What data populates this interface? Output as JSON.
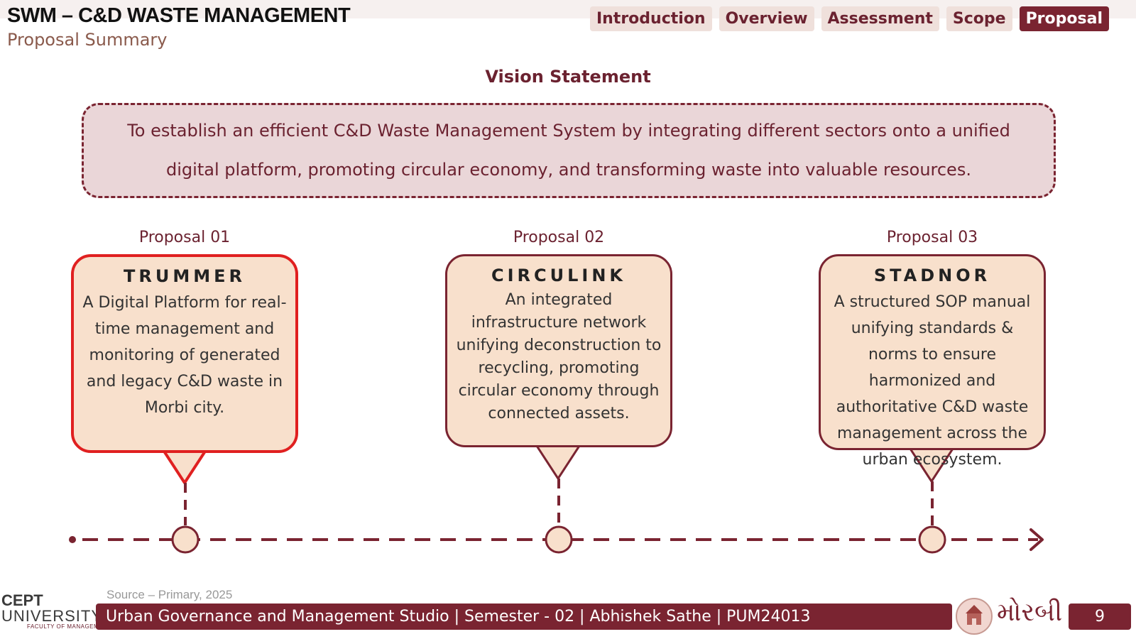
{
  "header": {
    "title": "SWM – C&D WASTE MANAGEMENT",
    "subtitle": "Proposal Summary"
  },
  "nav": {
    "tabs": [
      "Introduction",
      "Overview",
      "Assessment",
      "Scope",
      "Proposal"
    ],
    "active": "Proposal"
  },
  "vision": {
    "title": "Vision Statement",
    "text": "To establish an efficient C&D Waste Management System by integrating different sectors onto a unified digital platform, promoting circular economy, and transforming waste into valuable resources."
  },
  "proposals": [
    {
      "label": "Proposal 01",
      "name": "TRUMMER",
      "description": "A Digital Platform for real-time management and monitoring of generated and legacy C&D waste in Morbi city."
    },
    {
      "label": "Proposal 02",
      "name": "CIRCULINK",
      "description": "An integrated infrastructure network unifying deconstruction to recycling, promoting circular economy through connected assets."
    },
    {
      "label": "Proposal 03",
      "name": "STADNOR",
      "description": "A structured SOP manual unifying standards & norms to ensure harmonized and authoritative C&D waste management across the urban ecosystem."
    }
  ],
  "colors": {
    "maroon": "#7a2431",
    "highlight_red": "#e02020",
    "card_fill": "#f8e0cc",
    "vision_fill": "#ead6d8"
  },
  "footer": {
    "source": "Source – Primary, 2025",
    "bar_text": "Urban Governance and Management Studio | Semester - 02 | Abhishek Sathe | PUM24013",
    "page_number": "9",
    "logo_line1": "CEPT",
    "logo_line2": "UNIVERSITY",
    "logo_line3": "FACULTY OF MANAGEMENT",
    "city_word": "મોરબી"
  }
}
